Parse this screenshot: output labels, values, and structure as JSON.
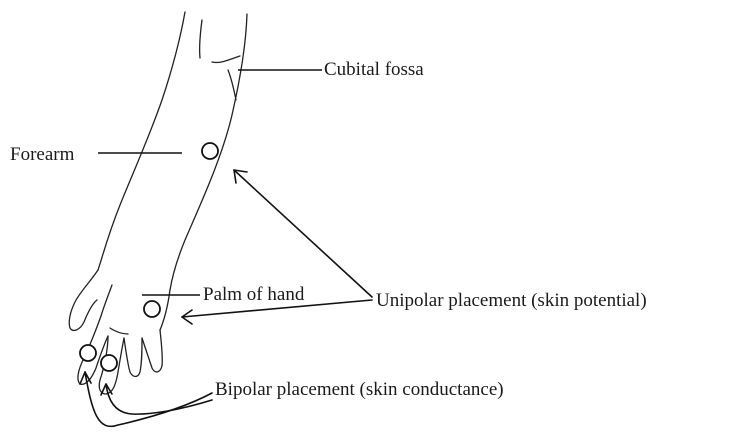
{
  "figure": {
    "labels": {
      "cubital_fossa": "Cubital fossa",
      "forearm": "Forearm",
      "palm_of_hand": "Palm of hand",
      "unipolar": "Unipolar placement (skin potential)",
      "bipolar": "Bipolar placement (skin conductance)"
    },
    "colors": {
      "line": "#111111",
      "background": "#ffffff"
    }
  }
}
